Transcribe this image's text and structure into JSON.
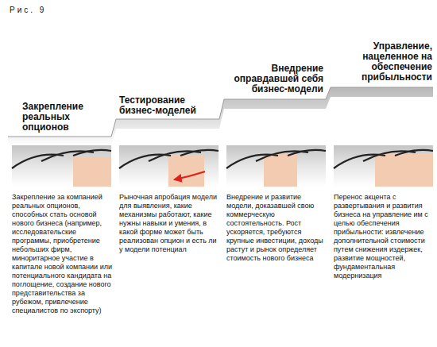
{
  "diagram": {
    "nodes": [
      {
        "text": [
          "Закрепление реальных опционов",
          "Закрепление за компанией реальных опционов, способных стать основой нового бизнеса (например, исследовательские программы, приобретение небольших фирм, миноритарное участие в капитале новой компании или потенциального кандидата на поглощение, создание нового представительства за рубежом, привлечение специалистов по экспорту)"
        ]
      },
      {
        "text": [
          "Тестирование бизнес-моделей",
          "Рыночная апробация модели для выявления, какие механизмы работают, какие нужны навыки и умения, в какой форме может быть реализован опцион и есть ли у модели потенциал"
        ]
      },
      {
        "text": [
          "Внедрение оправдавшей себя бизнес-модели",
          "Внедрение и развитие модели, доказавшей свою коммерческую состоятельность. Рост ускоряется, требуются крупные инвестиции, доходы растут и рынок определяет стоимость нового бизнеса"
        ]
      },
      {
        "text": [
          "Управление, нацеленное на обеспечение прибыльности",
          "Перенос акцента с развертывания и развития бизнеса на управление им с целью обеспечения прибыльности: извлечение дополнительной стоимости путем снижения издержек, развитие мощностей, фундаментальная модернизация"
        ]
      }
    ],
    "labels": [
      "Рис. 9"
    ]
  }
}
